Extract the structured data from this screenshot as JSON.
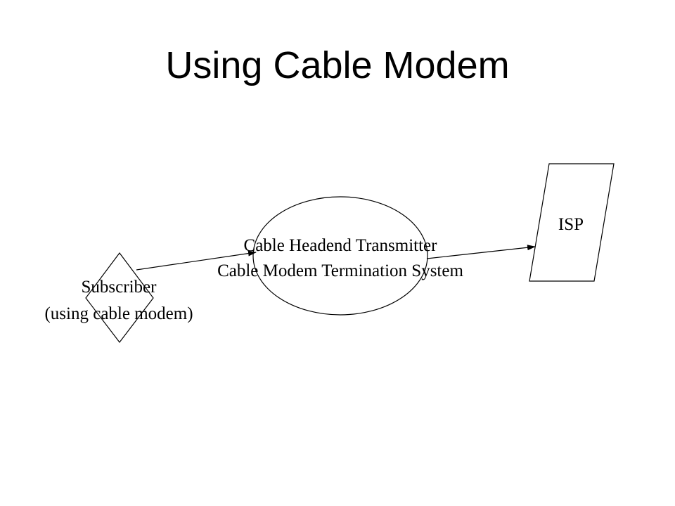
{
  "title": "Using Cable Modem",
  "diagram": {
    "subscriber": {
      "line1": "Subscriber",
      "line2": "(using cable modem)"
    },
    "headend": {
      "line1": "Cable Headend Transmitter",
      "line2": "Cable Modem Termination System"
    },
    "isp": {
      "label": "ISP"
    }
  }
}
